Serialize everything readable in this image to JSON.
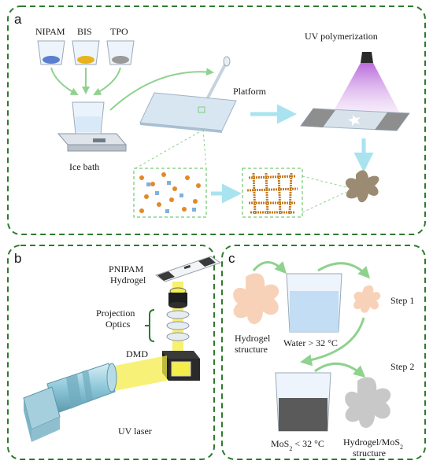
{
  "panels": {
    "a": {
      "letter": "a",
      "chemicals": [
        "NIPAM",
        "BIS",
        "TPO"
      ],
      "uv_polymerization": "UV polymerization",
      "platform": "Platform",
      "ice_bath": "Ice bath"
    },
    "b": {
      "letter": "b",
      "pnipam": "PNIPAM",
      "hydrogel": "Hydrogel",
      "projection": "Projection",
      "optics": "Optics",
      "dmd": "DMD",
      "uv_laser": "UV laser"
    },
    "c": {
      "letter": "c",
      "step1": "Step 1",
      "step2": "Step 2",
      "hydrogel_line1": "Hydrogel",
      "hydrogel_line2": "structure",
      "water": "Water > 32 °C",
      "mos2_prefix": "MoS",
      "mos2_sub": "2",
      "mos2_suffix": " < 32 °C",
      "composite_line1_prefix": "Hydrogel/MoS",
      "composite_line1_sub": "2",
      "composite_line2": "structure"
    }
  },
  "colors": {
    "border": "#2f7a2f",
    "arrow_green": "#8ed28e",
    "arrow_cyan": "#a9e3ef",
    "uv_purple": "#b25ad8",
    "nipam_blue": "#5a7fd0",
    "bis_yellow": "#e8b21c",
    "tpo_gray": "#9a9a9a",
    "hydrogel_peach": "#f8d2b8",
    "hydrogel_brown": "#9b8b72",
    "laser_yellow": "#f4ee4a",
    "cylinder_blue": "#8cc6d8",
    "water_blue": "#bcdaf3",
    "mos2_dark": "#5a5a5a",
    "composite_gray": "#c8c8c8"
  }
}
